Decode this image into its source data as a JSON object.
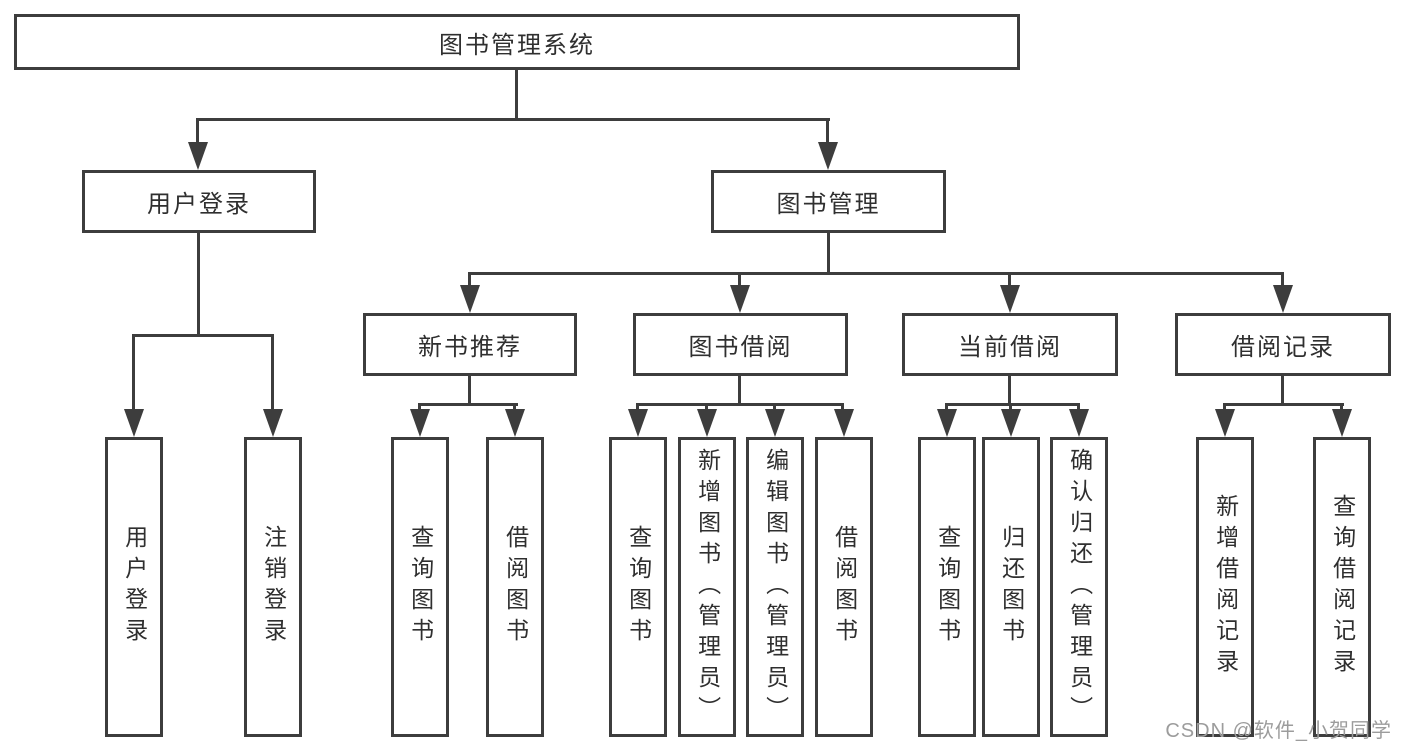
{
  "diagram": {
    "type": "hierarchy",
    "root": {
      "label": "图书管理系统"
    },
    "level2": [
      {
        "label": "用户登录",
        "parent": "图书管理系统"
      },
      {
        "label": "图书管理",
        "parent": "图书管理系统"
      }
    ],
    "level3": [
      {
        "label": "新书推荐",
        "parent": "图书管理"
      },
      {
        "label": "图书借阅",
        "parent": "图书管理"
      },
      {
        "label": "当前借阅",
        "parent": "图书管理"
      },
      {
        "label": "借阅记录",
        "parent": "图书管理"
      }
    ],
    "leaves": [
      {
        "label": "用户登录",
        "parent": "用户登录"
      },
      {
        "label": "注销登录",
        "parent": "用户登录"
      },
      {
        "label": "查询图书",
        "parent": "新书推荐"
      },
      {
        "label": "借阅图书",
        "parent": "新书推荐"
      },
      {
        "label": "查询图书",
        "parent": "图书借阅"
      },
      {
        "label": "新增图书（管理员）",
        "parent": "图书借阅"
      },
      {
        "label": "编辑图书（管理员）",
        "parent": "图书借阅"
      },
      {
        "label": "借阅图书",
        "parent": "图书借阅"
      },
      {
        "label": "查询图书",
        "parent": "当前借阅"
      },
      {
        "label": "归还图书",
        "parent": "当前借阅"
      },
      {
        "label": "确认归还（管理员）",
        "parent": "当前借阅"
      },
      {
        "label": "新增借阅记录",
        "parent": "借阅记录"
      },
      {
        "label": "查询借阅记录",
        "parent": "借阅记录"
      }
    ]
  },
  "watermark": {
    "text": "CSDN @软件_小贺同学"
  },
  "colors": {
    "line": "#3d3d3d",
    "box_border": "#3d3d3d",
    "text": "#2f2f2f",
    "watermark": "#9c9c9c",
    "background": "#ffffff"
  }
}
